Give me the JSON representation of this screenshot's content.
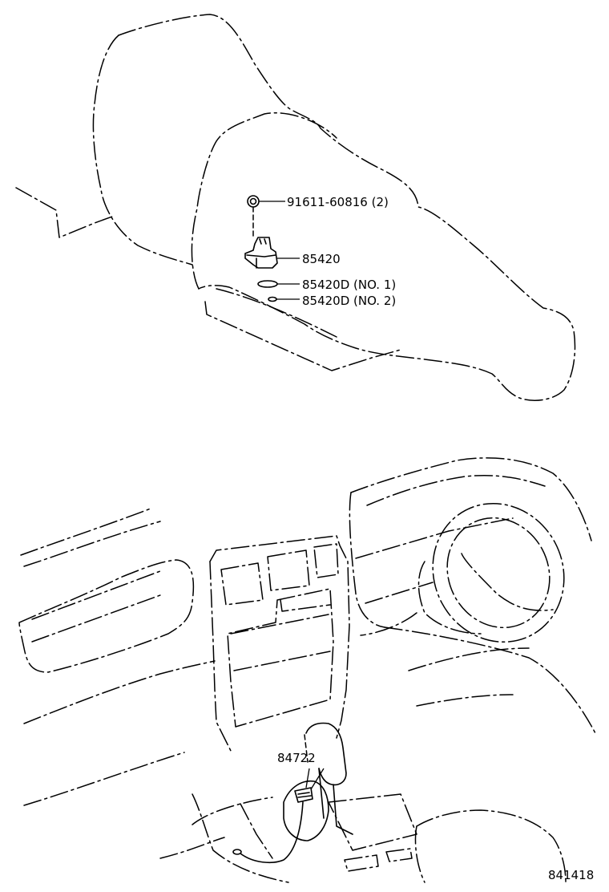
{
  "callouts": {
    "bolt": "91611-60816 (2)",
    "sensor": "85420",
    "oring1": "85420D (NO. 1)",
    "oring2": "85420D (NO. 2)",
    "connector": "84722"
  },
  "catalog_number": "841418",
  "icons": {
    "transmission": "transmission-outline-icon",
    "sensor": "speed-sensor-icon",
    "dashboard": "dashboard-interior-icon",
    "shift-lever": "shift-lever-icon"
  }
}
